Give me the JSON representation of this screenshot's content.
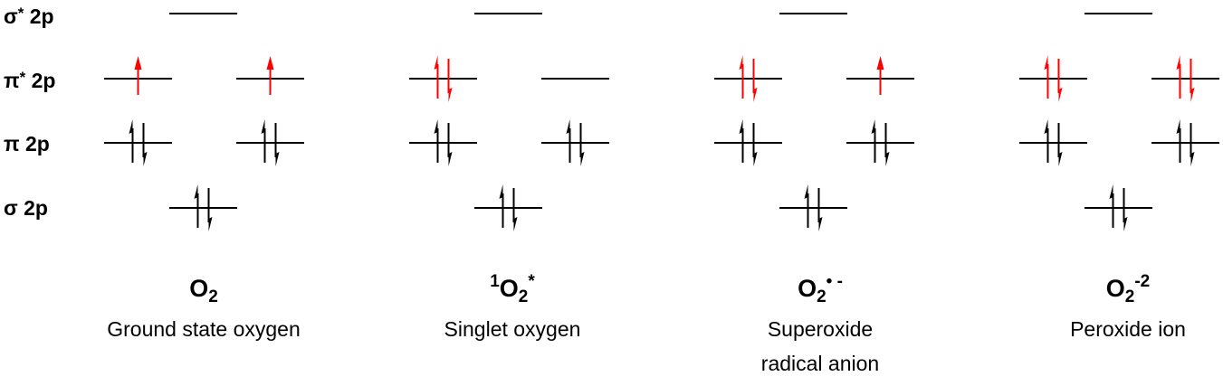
{
  "row_labels": {
    "sigma_star": {
      "symbol": "σ",
      "star": "*",
      "text": " 2p"
    },
    "pi_star": {
      "symbol": "π",
      "star": "*",
      "text": " 2p"
    },
    "pi": {
      "symbol": "π",
      "text": " 2p"
    },
    "sigma": {
      "symbol": "σ",
      "text": " 2p"
    }
  },
  "colors": {
    "bonding_electron": "#000000",
    "antibonding_electron": "#ff0000",
    "level_line": "#000000"
  },
  "species": [
    {
      "pre_sup": "",
      "base": "O",
      "sub": "2",
      "post_sup": "",
      "description": [
        "Ground state oxygen"
      ],
      "pi_star_left": "up",
      "pi_star_right": "up",
      "pi_left": "pair",
      "pi_right": "pair",
      "sigma": "pair",
      "sigma_star": "empty"
    },
    {
      "pre_sup": "1",
      "base": "O",
      "sub": "2",
      "post_sup": "*",
      "description": [
        "Singlet oxygen"
      ],
      "pi_star_left": "pair",
      "pi_star_right": "empty",
      "pi_left": "pair",
      "pi_right": "pair",
      "sigma": "pair",
      "sigma_star": "empty"
    },
    {
      "pre_sup": "",
      "base": "O",
      "sub": "2",
      "post_sup": "• -",
      "description": [
        "Superoxide",
        "radical anion"
      ],
      "pi_star_left": "pair",
      "pi_star_right": "up",
      "pi_left": "pair",
      "pi_right": "pair",
      "sigma": "pair",
      "sigma_star": "empty"
    },
    {
      "pre_sup": "",
      "base": "O",
      "sub": "2",
      "post_sup": "-2",
      "description": [
        "Peroxide ion"
      ],
      "pi_star_left": "pair",
      "pi_star_right": "pair",
      "pi_left": "pair",
      "pi_right": "pair",
      "sigma": "pair",
      "sigma_star": "empty"
    }
  ]
}
